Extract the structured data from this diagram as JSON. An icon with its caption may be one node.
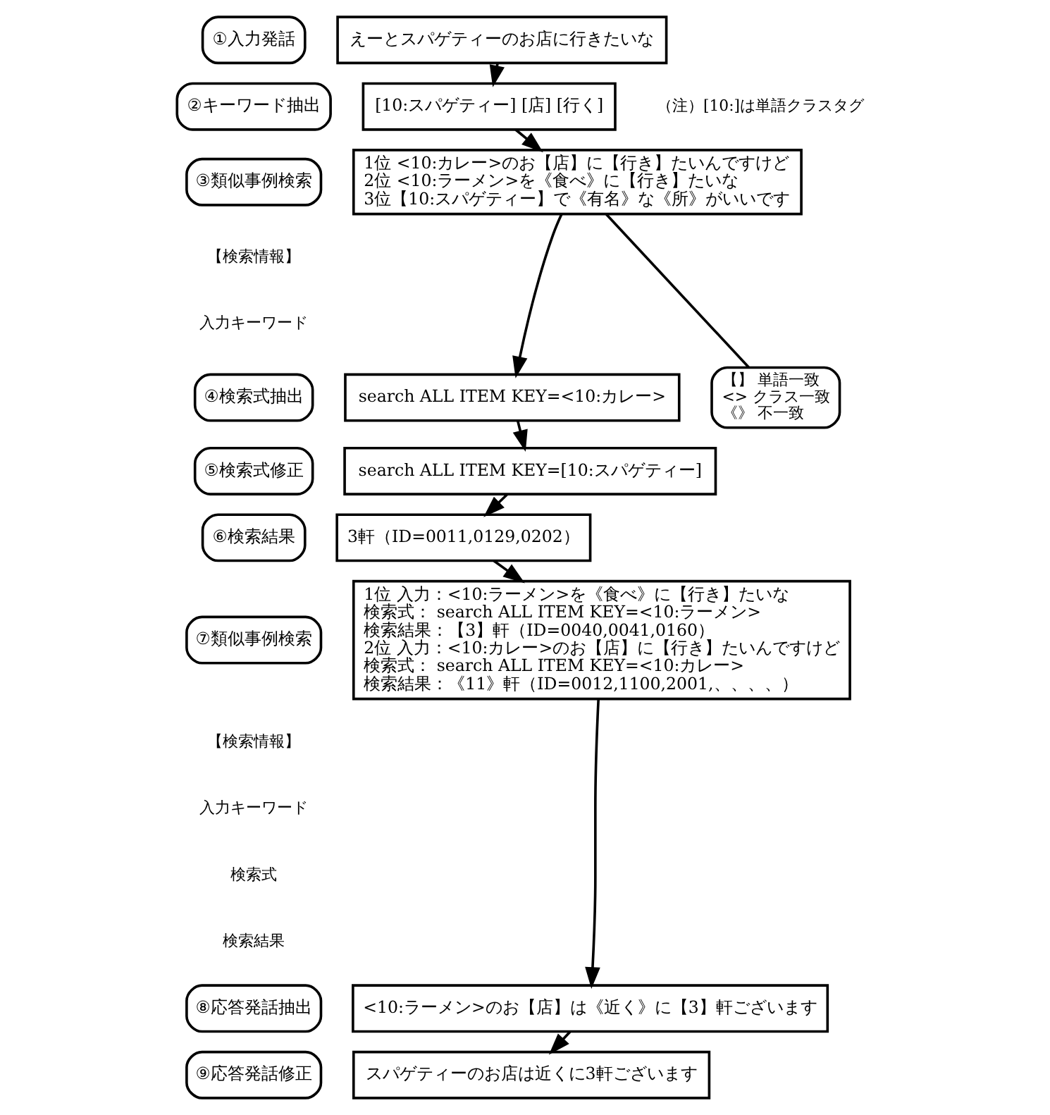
{
  "diagram": {
    "nodes": [
      {
        "text": [
          "①入力発話"
        ]
      },
      {
        "text": [
          "えーとスパゲティーのお店に行きたいな"
        ]
      },
      {
        "text": [
          "②キーワード抽出"
        ]
      },
      {
        "text": [
          "[10:スパゲティー] [店] [行く]"
        ]
      },
      {
        "text": [
          "③類似事例検索"
        ]
      },
      {
        "text": [
          "1位 <10:カレー>のお【店】に【行き】たいんですけど",
          "2位 <10:ラーメン>を《食べ》に【行き】たいな",
          "3位【10:スパゲティー】で《有名》な《所》がいいです"
        ]
      },
      {
        "text": [
          "【】 単語一致",
          "<> クラス一致",
          "《》 不一致"
        ]
      },
      {
        "text": [
          "④検索式抽出"
        ]
      },
      {
        "text": [
          "search ALL ITEM KEY=<10:カレー>"
        ]
      },
      {
        "text": [
          "⑤検索式修正"
        ]
      },
      {
        "text": [
          "search ALL ITEM KEY=[10:スパゲティー]"
        ]
      },
      {
        "text": [
          "⑥検索結果"
        ]
      },
      {
        "text": [
          "3軒（ID=0011,0129,0202）"
        ]
      },
      {
        "text": [
          "⑦類似事例検索"
        ]
      },
      {
        "text": [
          "1位 入力：<10:ラーメン>を《食べ》に【行き】たいな",
          "検索式： search ALL ITEM KEY=<10:ラーメン>",
          "検索結果：【3】軒（ID=0040,0041,0160）",
          "2位 入力：<10:カレー>のお【店】に【行き】たいんですけど",
          "検索式： search ALL ITEM KEY=<10:カレー>",
          "検索結果：《11》軒（ID=0012,1100,2001,、、、、）"
        ]
      },
      {
        "text": [
          "⑧応答発話抽出"
        ]
      },
      {
        "text": [
          "<10:ラーメン>のお【店】は《近く》に【3】軒ございます"
        ]
      },
      {
        "text": [
          "⑨応答発話修正"
        ]
      },
      {
        "text": [
          "スパゲティーのお店は近くに3軒ございます"
        ]
      }
    ],
    "edges": [
      {
        "from": 1,
        "to": 3,
        "arrow": "to"
      },
      {
        "from": 3,
        "to": 5,
        "arrow": "to"
      },
      {
        "from": 6,
        "to": 5,
        "arrow": "none"
      },
      {
        "from": 5,
        "to": 8,
        "arrow": "to"
      },
      {
        "from": 8,
        "to": 10,
        "arrow": "to"
      },
      {
        "from": 10,
        "to": 12,
        "arrow": "to"
      },
      {
        "from": 12,
        "to": 14,
        "arrow": "to"
      },
      {
        "from": 14,
        "to": 16,
        "arrow": "to"
      },
      {
        "from": 16,
        "to": 18,
        "arrow": "to"
      }
    ],
    "labels": [
      "（注）[10:]は単語クラスタグ",
      "【検索情報】",
      "入力キーワード",
      "【検索情報】",
      "入力キーワード",
      "検索式",
      "検索結果"
    ]
  }
}
